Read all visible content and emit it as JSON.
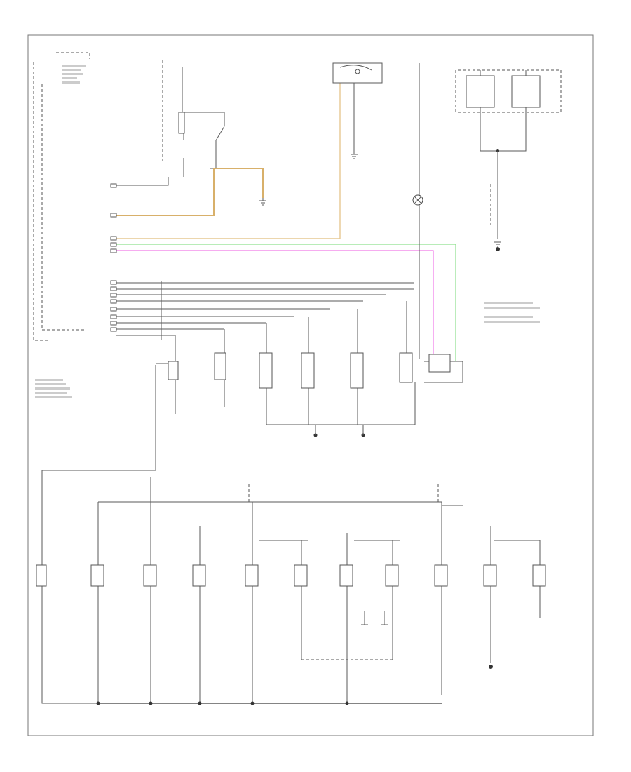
{
  "figure_code": "",
  "colors": {
    "tan_wire": "#d8b06a",
    "tan_wire_light": "#e6c892",
    "green_wire": "#8ee08e",
    "magenta_wire": "#f07ae8",
    "ground_wire": "#5a5a5a"
  },
  "left_module": {
    "pin_rows": [
      {
        "id": "r1"
      },
      {
        "id": "r2"
      },
      {
        "id": "r3"
      },
      {
        "id": "r4"
      },
      {
        "id": "r5"
      },
      {
        "id": "r6"
      },
      {
        "id": "r7"
      },
      {
        "id": "r8"
      },
      {
        "id": "r9"
      },
      {
        "id": "r10"
      },
      {
        "id": "r11"
      },
      {
        "id": "r12"
      },
      {
        "id": "r13"
      }
    ]
  },
  "switch_row_1": [
    {
      "id": "s1"
    },
    {
      "id": "s2"
    },
    {
      "id": "s3"
    },
    {
      "id": "s4"
    },
    {
      "id": "s5"
    },
    {
      "id": "s6"
    },
    {
      "id": "s7"
    }
  ],
  "switch_row_2": [
    {
      "id": "b1"
    },
    {
      "id": "b2"
    },
    {
      "id": "b3"
    },
    {
      "id": "b4"
    },
    {
      "id": "b5"
    },
    {
      "id": "b6"
    },
    {
      "id": "b7"
    },
    {
      "id": "b8"
    },
    {
      "id": "b9"
    },
    {
      "id": "b10"
    },
    {
      "id": "b11"
    },
    {
      "id": "b12"
    }
  ]
}
